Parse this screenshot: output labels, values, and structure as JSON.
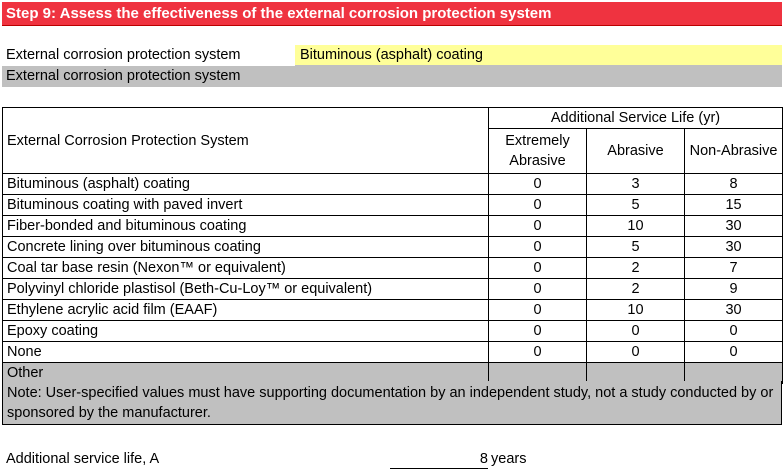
{
  "step_title": "Step 9: Assess the effectiveness of the external corrosion protection system",
  "fields": [
    {
      "label": "External corrosion protection system",
      "value": "Bituminous (asphalt) coating"
    },
    {
      "label": "External corrosion protection system",
      "value": ""
    }
  ],
  "table": {
    "col_header": "External Corrosion Protection System",
    "group_header": "Additional Service Life (yr)",
    "sub_headers": [
      "Extremely Abrasive",
      "Abrasive",
      "Non-Abrasive"
    ],
    "rows": [
      {
        "name": "Bituminous (asphalt) coating",
        "values": [
          "0",
          "3",
          "8"
        ]
      },
      {
        "name": "Bituminous coating with paved invert",
        "values": [
          "0",
          "5",
          "15"
        ]
      },
      {
        "name": "Fiber-bonded and bituminous coating",
        "values": [
          "0",
          "10",
          "30"
        ]
      },
      {
        "name": "Concrete lining over bituminous coating",
        "values": [
          "0",
          "5",
          "30"
        ]
      },
      {
        "name": "Coal tar base resin (Nexon™ or equivalent)",
        "values": [
          "0",
          "2",
          "7"
        ]
      },
      {
        "name": "Polyvinyl chloride plastisol (Beth-Cu-Loy™ or equivalent)",
        "values": [
          "0",
          "2",
          "9"
        ]
      },
      {
        "name": "Ethylene acrylic acid film (EAAF)",
        "values": [
          "0",
          "10",
          "30"
        ]
      },
      {
        "name": "Epoxy coating",
        "values": [
          "0",
          "0",
          "0"
        ]
      },
      {
        "name": "None",
        "values": [
          "0",
          "0",
          "0"
        ]
      },
      {
        "name": "Other",
        "values": [
          "",
          "",
          ""
        ]
      }
    ]
  },
  "note": "Note: User-specified values must have supporting documentation by an independent study, not a study conducted by or sponsored by the manufacturer.",
  "result": {
    "label": "Additional service life, A",
    "value": "8",
    "unit": "years"
  },
  "colors": {
    "header_red": "#ef3340",
    "input_yellow": "#ffff99",
    "gray": "#c0c0c0"
  }
}
